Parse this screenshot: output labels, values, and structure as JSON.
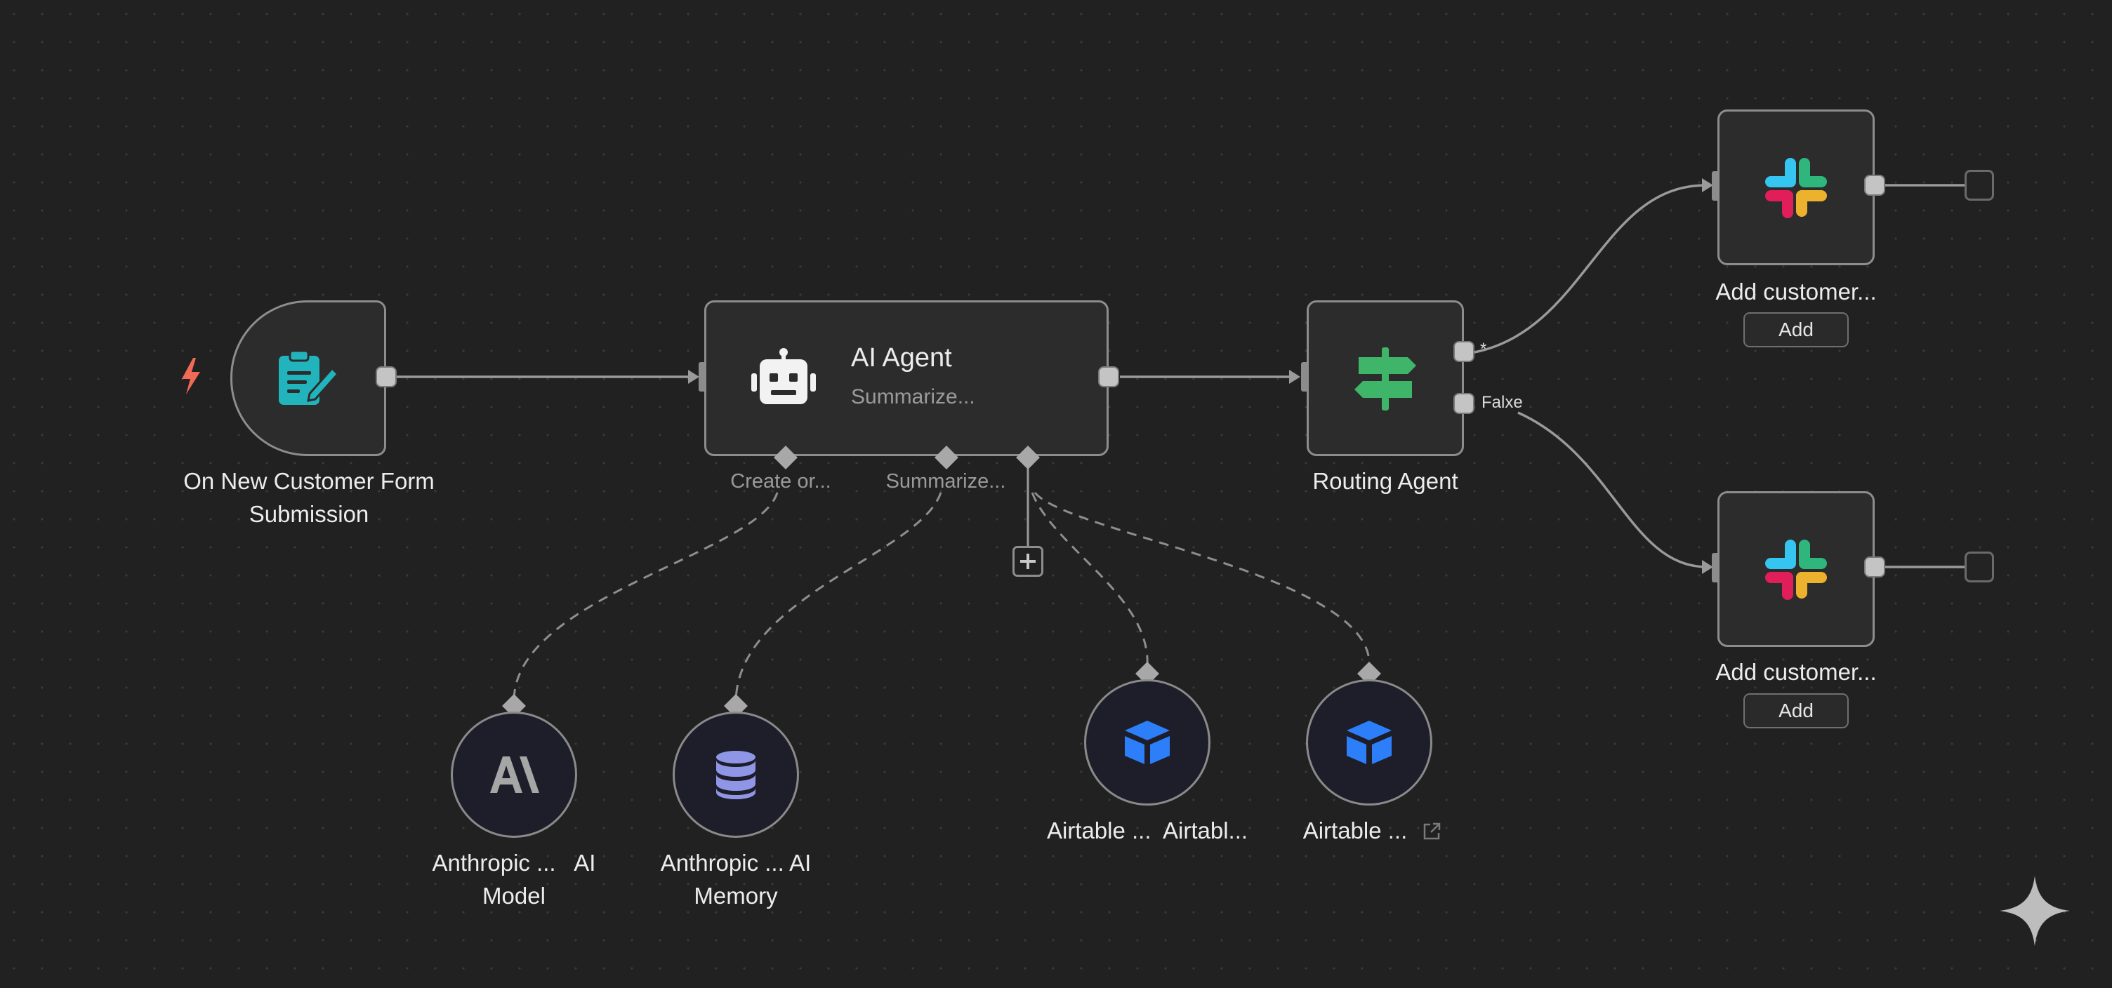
{
  "trigger_icon": "lightning-icon",
  "nodes": {
    "trigger": {
      "label_line1": "On New Customer Form",
      "label_line2": "Submission",
      "icon": "form-edit-icon"
    },
    "ai_agent": {
      "title": "AI Agent",
      "subtitle": "Summarize...",
      "icon": "robot-icon"
    },
    "routing": {
      "label": "Routing Agent",
      "icon": "signpost-icon"
    },
    "slack_true": {
      "label": "Add customer...",
      "button": "Add",
      "icon": "slack-icon"
    },
    "slack_false": {
      "label": "Add customer...",
      "button": "Add",
      "icon": "slack-icon"
    },
    "anthropic_model": {
      "label_line1": "Anthropic ...   AI",
      "label_line2": "Model",
      "icon": "anthropic-icon"
    },
    "anthropic_memory": {
      "label_line1": "Anthropic ... AI",
      "label_line2": "Memory",
      "icon": "database-icon"
    },
    "airtable_1": {
      "label": "Airtable ...  Airtabl...",
      "icon": "airtable-icon"
    },
    "airtable_2": {
      "label": "Airtable ...",
      "icon": "airtable-icon"
    }
  },
  "ports": {
    "create": "Create or...",
    "summarize": "Summarize..."
  },
  "edge_labels": {
    "true": "*",
    "false": "Falxe"
  },
  "colors": {
    "trigger_icon": "#f06a55",
    "form_icon": "#22b4bd",
    "signpost": "#3fb56a",
    "airtable": "#2d7ff9",
    "database": "#8f96e6",
    "slack_blue": "#36c5f0",
    "slack_green": "#2eb67d",
    "slack_yellow": "#ecb22e",
    "slack_red": "#e01e5a"
  }
}
